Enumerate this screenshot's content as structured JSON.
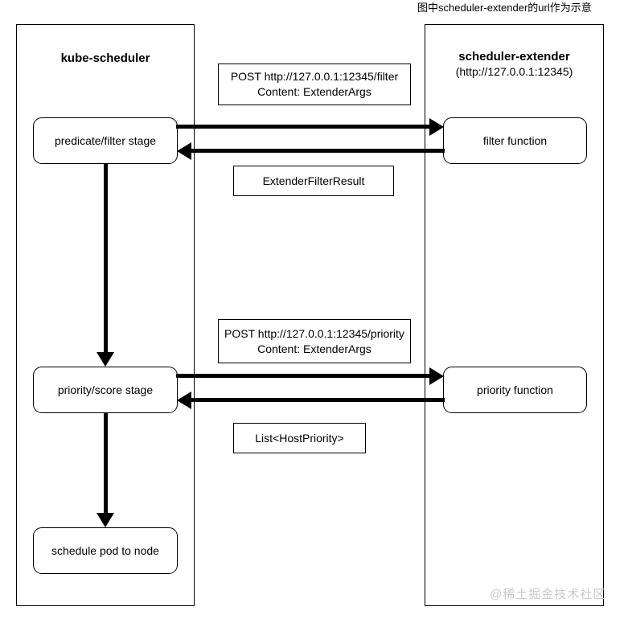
{
  "note": {
    "text": "图中scheduler-extender的url作为示意"
  },
  "left_container": {
    "title": "kube-scheduler",
    "stages": [
      {
        "label": "predicate/filter stage"
      },
      {
        "label": "priority/score stage"
      },
      {
        "label": "schedule pod to node"
      }
    ]
  },
  "right_container": {
    "title": "scheduler-extender",
    "subtitle": "(http://127.0.0.1:12345)",
    "functions": [
      {
        "label": "filter function"
      },
      {
        "label": "priority function"
      }
    ]
  },
  "messages": {
    "filter_request": {
      "line1": "POST http://127.0.0.1:12345/filter",
      "line2": "Content: ExtenderArgs"
    },
    "filter_response": {
      "line1": "ExtenderFilterResult"
    },
    "priority_request": {
      "line1": "POST http://127.0.0.1:12345/priority",
      "line2": "Content: ExtenderArgs"
    },
    "priority_response": {
      "line1": "List<HostPriority>"
    }
  },
  "watermark": {
    "text": "@稀土掘金技术社区"
  },
  "colors": {
    "stroke": "#000000",
    "background": "#ffffff",
    "watermark": "#c9c9c9"
  }
}
